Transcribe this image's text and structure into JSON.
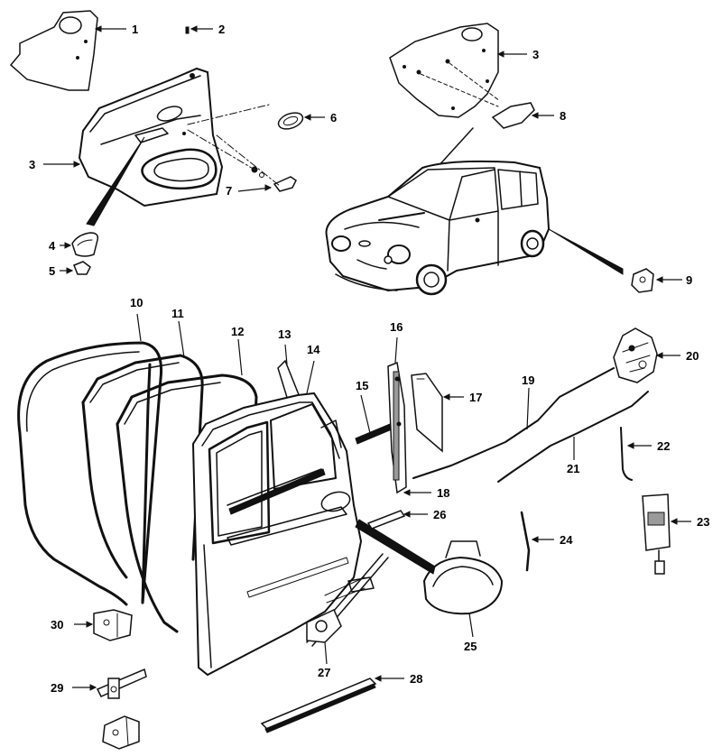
{
  "callouts": [
    {
      "id": "c1",
      "label": "1"
    },
    {
      "id": "c2",
      "label": "2"
    },
    {
      "id": "c3a",
      "label": "3"
    },
    {
      "id": "c3b",
      "label": "3"
    },
    {
      "id": "c4",
      "label": "4"
    },
    {
      "id": "c5",
      "label": "5"
    },
    {
      "id": "c6",
      "label": "6"
    },
    {
      "id": "c7",
      "label": "7"
    },
    {
      "id": "c8",
      "label": "8"
    },
    {
      "id": "c9",
      "label": "9"
    },
    {
      "id": "c10",
      "label": "10"
    },
    {
      "id": "c11",
      "label": "11"
    },
    {
      "id": "c12",
      "label": "12"
    },
    {
      "id": "c13",
      "label": "13"
    },
    {
      "id": "c14",
      "label": "14"
    },
    {
      "id": "c15",
      "label": "15"
    },
    {
      "id": "c16",
      "label": "16"
    },
    {
      "id": "c17",
      "label": "17"
    },
    {
      "id": "c18",
      "label": "18"
    },
    {
      "id": "c19",
      "label": "19"
    },
    {
      "id": "c20",
      "label": "20"
    },
    {
      "id": "c21",
      "label": "21"
    },
    {
      "id": "c22",
      "label": "22"
    },
    {
      "id": "c23",
      "label": "23"
    },
    {
      "id": "c24",
      "label": "24"
    },
    {
      "id": "c25",
      "label": "25"
    },
    {
      "id": "c26",
      "label": "26"
    },
    {
      "id": "c27",
      "label": "27"
    },
    {
      "id": "c28",
      "label": "28"
    },
    {
      "id": "c29",
      "label": "29"
    },
    {
      "id": "c30",
      "label": "30"
    }
  ]
}
